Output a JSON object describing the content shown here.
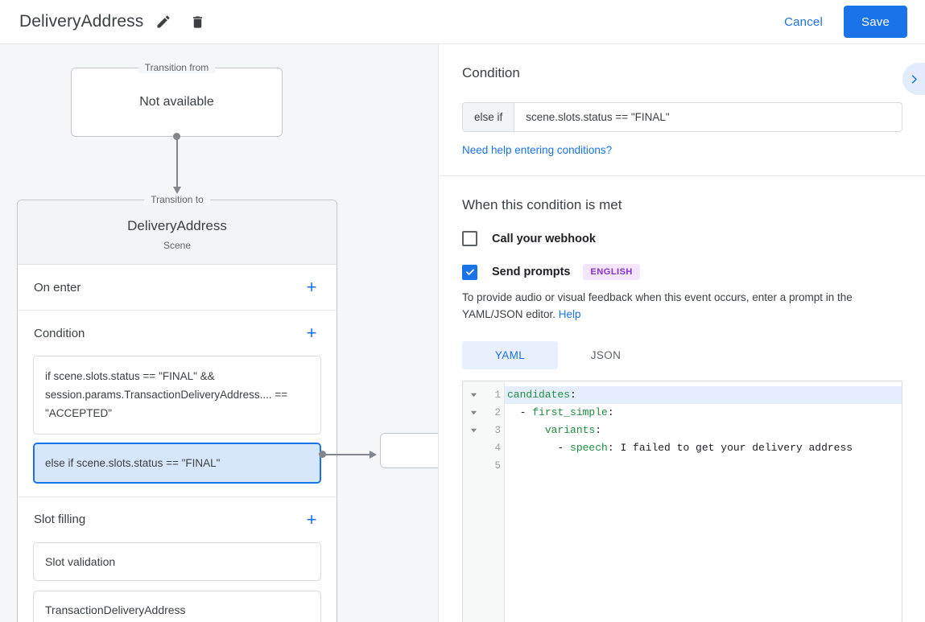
{
  "header": {
    "title": "DeliveryAddress",
    "edit_icon": "pencil-icon",
    "delete_icon": "trash-icon",
    "cancel_label": "Cancel",
    "save_label": "Save"
  },
  "canvas": {
    "transition_from": {
      "legend": "Transition from",
      "text": "Not available"
    },
    "transition_to": {
      "legend": "Transition to",
      "title": "DeliveryAddress",
      "subtitle": "Scene"
    },
    "sections": [
      {
        "title": "On enter",
        "add_label": "+",
        "items": []
      },
      {
        "title": "Condition",
        "add_label": "+",
        "items": [
          "if scene.slots.status == \"FINAL\" && session.params.TransactionDeliveryAddress.... == \"ACCEPTED\"",
          "else if scene.slots.status == \"FINAL\""
        ],
        "selected_index": 1
      },
      {
        "title": "Slot filling",
        "add_label": "+",
        "items": [
          "Slot validation",
          "TransactionDeliveryAddress"
        ]
      }
    ]
  },
  "panel": {
    "collapse_icon": "chevron-right-icon",
    "condition": {
      "heading": "Condition",
      "prefix": "else if",
      "expression": "scene.slots.status == \"FINAL\"",
      "help_link": "Need help entering conditions?"
    },
    "when_met": {
      "heading": "When this condition is met",
      "webhook": {
        "label": "Call your webhook",
        "checked": false
      },
      "prompts": {
        "label": "Send prompts",
        "checked": true,
        "language_badge": "ENGLISH"
      },
      "description_before": "To provide audio or visual feedback when this event occurs, enter a prompt in the YAML/JSON editor. ",
      "description_link": "Help",
      "tabs": [
        {
          "label": "YAML",
          "active": true
        },
        {
          "label": "JSON",
          "active": false
        }
      ],
      "editor": {
        "line_numbers": [
          "1",
          "2",
          "3",
          "4",
          "5"
        ],
        "folds": [
          true,
          true,
          true,
          false,
          false
        ],
        "highlighted_line": 1,
        "lines": [
          {
            "key": "candidates",
            "colon": ":",
            "value": "",
            "indent": 0,
            "dash": false
          },
          {
            "key": "first_simple",
            "colon": ":",
            "value": "",
            "indent": 1,
            "dash": true
          },
          {
            "key": "variants",
            "colon": ":",
            "value": "",
            "indent": 3,
            "dash": false
          },
          {
            "key": "speech",
            "colon": ":",
            "value": " I failed to get your delivery address",
            "indent": 4,
            "dash": true
          },
          {
            "key": "",
            "colon": "",
            "value": "",
            "indent": 0,
            "dash": false
          }
        ],
        "raw_lines": [
          "candidates:",
          "  - first_simple:",
          "      variants:",
          "        - speech: I failed to get your delivery address",
          ""
        ]
      }
    }
  },
  "colors": {
    "accent": "#1a73e8",
    "canvas_bg": "#f5f6f7",
    "selected_card_bg": "#d7e7fb",
    "yaml_key": "#1e8e3e",
    "badge_bg": "#f3e5fb",
    "badge_fg": "#8430ce"
  }
}
